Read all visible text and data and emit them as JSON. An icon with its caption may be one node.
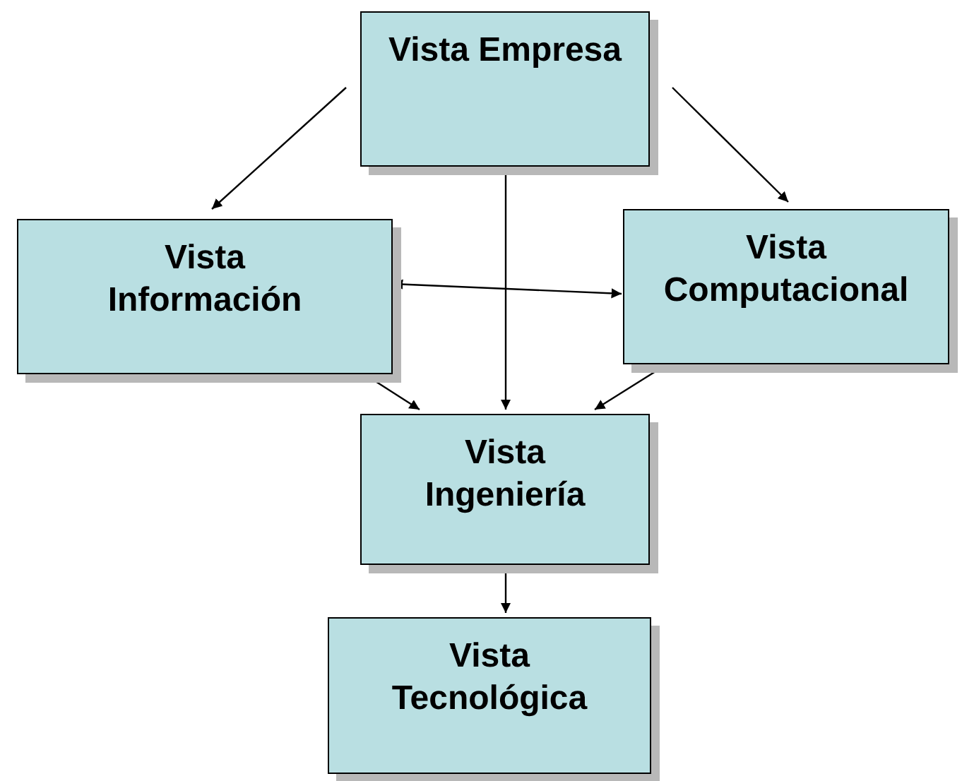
{
  "diagram": {
    "nodes": [
      {
        "text": [
          "Vista Empresa"
        ]
      },
      {
        "text": [
          "Vista Información"
        ]
      },
      {
        "text": [
          "Vista Computacional"
        ]
      },
      {
        "text": [
          "Vista Ingeniería"
        ]
      },
      {
        "text": [
          "Vista Tecnológica"
        ]
      }
    ],
    "edges": [
      {
        "from": 0,
        "to": 1,
        "arrow": "to"
      },
      {
        "from": 0,
        "to": 2,
        "arrow": "to"
      },
      {
        "from": 0,
        "to": 3,
        "arrow": "to"
      },
      {
        "from": 1,
        "to": 2,
        "arrow": "both"
      },
      {
        "from": 1,
        "to": 3,
        "arrow": "to"
      },
      {
        "from": 2,
        "to": 3,
        "arrow": "to"
      },
      {
        "from": 3,
        "to": 4,
        "arrow": "to"
      }
    ]
  }
}
